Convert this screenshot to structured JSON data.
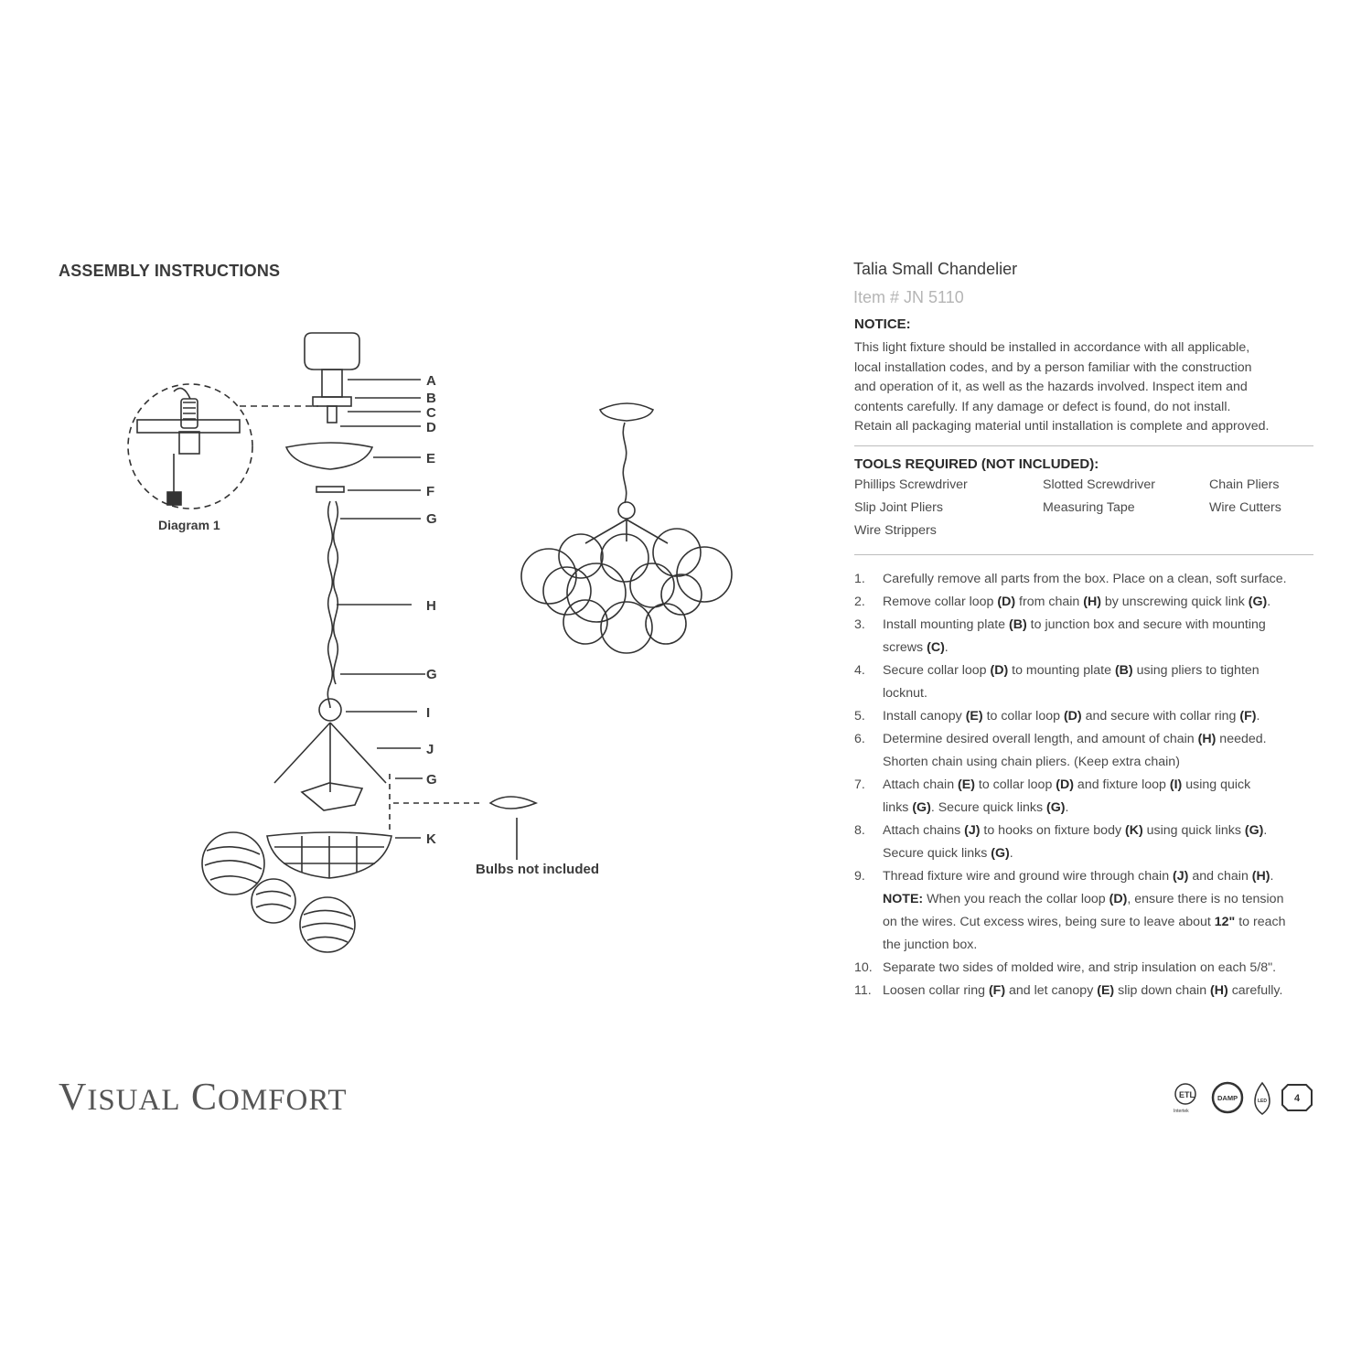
{
  "left_heading": "ASSEMBLY INSTRUCTIONS",
  "diagram": {
    "diagram1_label": "Diagram 1",
    "part_labels": {
      "A": "A",
      "B": "B",
      "C": "C",
      "D": "D",
      "E": "E",
      "F": "F",
      "G": "G",
      "H": "H",
      "I": "I",
      "J": "J",
      "K": "K"
    },
    "bulbs_label": "Bulbs not included"
  },
  "product": {
    "title": "Talia Small Chandelier",
    "item_number": "Item # JN 5110"
  },
  "notice": {
    "heading": "NOTICE:",
    "lines": [
      "This light fixture should be installed in accordance with all applicable,",
      "local installation codes, and by a person familiar with the construction",
      "and operation of it, as well as the hazards involved. Inspect item and",
      "contents carefully. If any damage or defect is found, do not install.",
      "Retain all packaging material until installation is complete and approved."
    ]
  },
  "tools": {
    "heading": "TOOLS REQUIRED (NOT INCLUDED):",
    "items": [
      "Phillips Screwdriver",
      "Slotted Screwdriver",
      "Chain Pliers",
      "Slip Joint Pliers",
      "Measuring Tape",
      "Wire Cutters",
      "Wire Strippers"
    ]
  },
  "steps": [
    {
      "num": "1.",
      "html": "Carefully remove all parts from the box. Place on a clean, soft surface."
    },
    {
      "num": "2.",
      "html": "Remove collar loop <b>(D)</b> from chain <b>(H)</b> by unscrewing quick link <b>(G)</b>."
    },
    {
      "num": "3.",
      "html": "Install mounting plate <b>(B)</b> to junction box and secure with mounting<br>screws <b>(C)</b>."
    },
    {
      "num": "4.",
      "html": "Secure collar loop <b>(D)</b> to mounting plate <b>(B)</b> using pliers to tighten<br>locknut."
    },
    {
      "num": "5.",
      "html": "Install canopy <b>(E)</b> to collar loop <b>(D)</b> and secure with collar ring <b>(F)</b>."
    },
    {
      "num": "6.",
      "html": "Determine desired overall length, and amount of chain <b>(H)</b> needed.<br>Shorten chain using chain pliers. (Keep extra chain)"
    },
    {
      "num": "7.",
      "html": "Attach chain <b>(E)</b> to collar loop <b>(D)</b> and fixture loop <b>(I)</b> using quick<br>links <b>(G)</b>. Secure quick links <b>(G)</b>."
    },
    {
      "num": "8.",
      "html": "Attach chains <b>(J)</b> to hooks on fixture body <b>(K)</b> using quick links <b>(G)</b>.<br>Secure quick links <b>(G)</b>."
    },
    {
      "num": "9.",
      "html": "Thread fixture wire and ground wire through chain <b>(J)</b> and chain <b>(H)</b>.<br><b>NOTE:</b> When you reach the collar loop <b>(D)</b>, ensure there is no tension<br>on the wires. Cut excess wires, being sure to leave about <b>12\"</b> to reach<br>the junction box."
    },
    {
      "num": "10.",
      "html": "Separate two sides of molded wire, and strip insulation on each 5/8\"."
    },
    {
      "num": "11.",
      "html": "Loosen collar ring <b>(F)</b> and let canopy <b>(E)</b> slip down chain <b>(H)</b> carefully."
    }
  ],
  "brand": {
    "v": "V",
    "isual": "ISUAL",
    "c": "C",
    "omfort": "OMFORT"
  },
  "badges": {
    "damp": "DAMP",
    "led": "LED",
    "page": "4",
    "intertek": "Intertek"
  }
}
